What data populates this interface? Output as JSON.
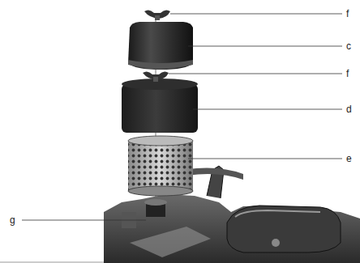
{
  "diagram": {
    "labels": [
      "f",
      "c",
      "f",
      "d",
      "e",
      "g"
    ]
  }
}
